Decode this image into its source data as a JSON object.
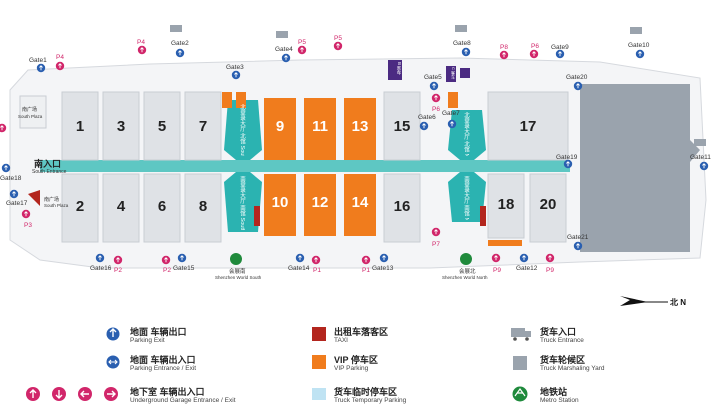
{
  "colors": {
    "hall": "#dfe2e6",
    "hall_border": "#c9cdd3",
    "vip": "#f07c1d",
    "lobby": "#2bb3b1",
    "axis": "#5ec7c3",
    "marshaling": "#9aa3ad",
    "truck_temp": "#bfe3f3",
    "taxi": "#b3261e",
    "pink": "#d1266a",
    "blue": "#2a5fb0",
    "purple": "#4b2b82",
    "metro": "#1f8a3c"
  },
  "halls": [
    "1",
    "2",
    "3",
    "4",
    "5",
    "6",
    "7",
    "8",
    "9",
    "10",
    "11",
    "12",
    "13",
    "14",
    "15",
    "16",
    "17",
    "18",
    "20"
  ],
  "lobbies": {
    "south_top": "北登录大厅 北馆 South Lobby",
    "south_bottom": "南登录大厅 南馆 South Lobby",
    "north_top": "北登录大厅 北馆 North Lobby",
    "north_bottom": "南登录大厅 南馆 North Lobby"
  },
  "areas": {
    "south_plaza_cn": "南广场",
    "south_plaza_en": "South Plaza",
    "south_entrance_cn": "南入口",
    "south_entrance_en": "South Entrance",
    "purple_a": "B 客车",
    "purple_b": "C 客车"
  },
  "gates": {
    "g1": "Gate1",
    "g2": "Gate2",
    "g3": "Gate3",
    "g4": "Gate4",
    "g5": "Gate5",
    "g6": "Gate6",
    "g7": "Gate7",
    "g8": "Gate8",
    "g9": "Gate9",
    "g10": "Gate10",
    "g11": "Gate11",
    "g12": "Gate12",
    "g13": "Gate13",
    "g14": "Gate14",
    "g15": "Gate15",
    "g16": "Gate16",
    "g17": "Gate17",
    "g18": "Gate18",
    "g19": "Gate19",
    "g20": "Gate20",
    "g21": "Gate21"
  },
  "parking": {
    "p1": "P1",
    "p2": "P2",
    "p3": "P3",
    "p4": "P4",
    "p5": "P5",
    "p6": "P6",
    "p7": "P7",
    "p8": "P8",
    "p9": "P9"
  },
  "metro": {
    "south_cn": "会展南",
    "south_en": "Shenzhen World South",
    "north_cn": "会展北",
    "north_en": "Shenzhen World North"
  },
  "compass": "北 N",
  "legend": {
    "parking_exit_cn": "地面 车辆出口",
    "parking_exit_en": "Parking Exit",
    "parking_entrance_cn": "地面 车辆出入口",
    "parking_entrance_en": "Parking Entrance / Exit",
    "underground_cn": "地下室 车辆出入口",
    "underground_en": "Underground Garage Entrance / Exit",
    "taxi_cn": "出租车落客区",
    "taxi_en": "TAXI",
    "vip_cn": "VIP 停车区",
    "vip_en": "VIP Parking",
    "truck_temp_cn": "货车临时停车区",
    "truck_temp_en": "Truck Temporary Parking",
    "truck_entrance_cn": "货车入口",
    "truck_entrance_en": "Truck Entrance",
    "marshaling_cn": "货车轮候区",
    "marshaling_en": "Truck Marshaling Yard",
    "metro_cn": "地铁站",
    "metro_en": "Metro Station"
  }
}
